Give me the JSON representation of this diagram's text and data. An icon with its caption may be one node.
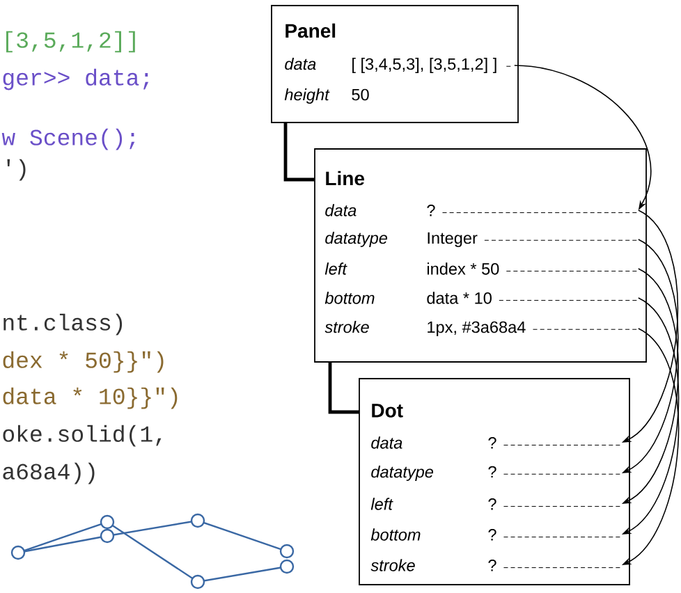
{
  "diagram": {
    "nodes": [
      {
        "text": [
          "Panel"
        ]
      },
      {
        "text": [
          "data",
          "[ [3,4,5,3], [3,5,1,2] ]"
        ],
        "in": 0
      },
      {
        "text": [
          "height",
          "50"
        ],
        "in": 0
      },
      {
        "text": [
          "Line"
        ]
      },
      {
        "text": [
          "data",
          "?"
        ],
        "in": 3
      },
      {
        "text": [
          "datatype",
          "Integer"
        ],
        "in": 3
      },
      {
        "text": [
          "left",
          "index * 50"
        ],
        "in": 3
      },
      {
        "text": [
          "bottom",
          "data * 10"
        ],
        "in": 3
      },
      {
        "text": [
          "stroke",
          "1px, #3a68a4"
        ],
        "in": 3
      },
      {
        "text": [
          "Dot"
        ]
      },
      {
        "text": [
          "data",
          "?"
        ],
        "in": 9
      },
      {
        "text": [
          "datatype",
          "?"
        ],
        "in": 9
      },
      {
        "text": [
          "left",
          "?"
        ],
        "in": 9
      },
      {
        "text": [
          "bottom",
          "?"
        ],
        "in": 9
      },
      {
        "text": [
          "stroke",
          "?"
        ],
        "in": 9
      }
    ],
    "edges": [
      {
        "from": 0,
        "to": 3,
        "arrow": "none",
        "style": "thick"
      },
      {
        "from": 3,
        "to": 9,
        "arrow": "none",
        "style": "thick"
      },
      {
        "from": 1,
        "to": 4,
        "arrow": "to"
      },
      {
        "from": 4,
        "to": 10,
        "arrow": "to"
      },
      {
        "from": 5,
        "to": 11,
        "arrow": "to"
      },
      {
        "from": 6,
        "to": 12,
        "arrow": "to"
      },
      {
        "from": 7,
        "to": 13,
        "arrow": "to"
      },
      {
        "from": 8,
        "to": 14,
        "arrow": "to"
      }
    ],
    "labels": [
      "[3,5,1,2]]",
      "ger>> data;",
      "w Scene();",
      "')",
      "nt.class)",
      "dex * 50}}\")",
      "data * 10}}\")",
      "oke.solid(1,",
      "a68a4))"
    ]
  }
}
